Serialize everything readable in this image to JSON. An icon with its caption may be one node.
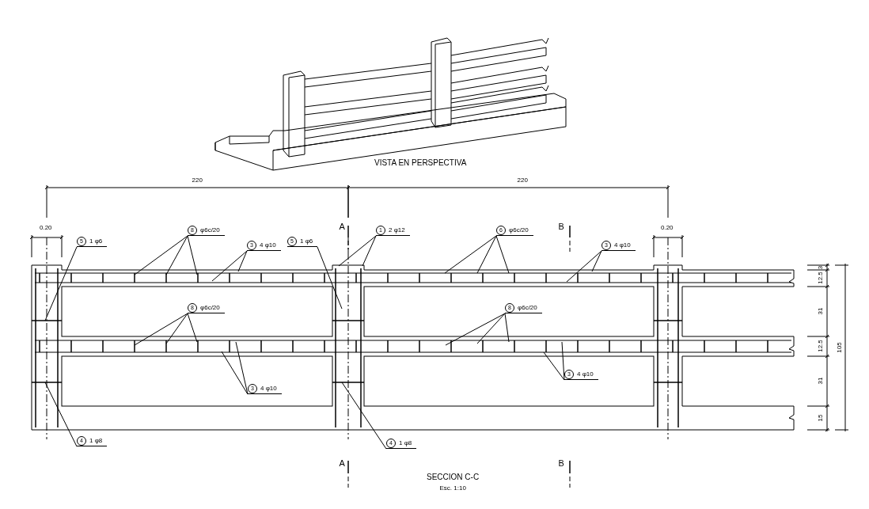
{
  "diagram": {
    "nodes": [
      {
        "text": [
          "5",
          "1 φ6"
        ]
      },
      {
        "text": [
          "8",
          "φ6c/20"
        ]
      },
      {
        "text": [
          "3",
          "4 φ10"
        ]
      },
      {
        "text": [
          "5",
          "1 φ6"
        ]
      },
      {
        "text": [
          "1",
          "2 φ12"
        ]
      },
      {
        "text": [
          "6",
          "φ6c/20"
        ]
      },
      {
        "text": [
          "3",
          "4 φ10"
        ]
      },
      {
        "text": [
          "8",
          "φ6c/20"
        ]
      },
      {
        "text": [
          "8",
          "φ6c/20"
        ]
      },
      {
        "text": [
          "3",
          "4 φ10"
        ]
      },
      {
        "text": [
          "3",
          "4 φ10"
        ]
      },
      {
        "text": [
          "4",
          "1 φ8"
        ]
      },
      {
        "text": [
          "4",
          "1 φ8"
        ]
      }
    ],
    "edges": [
      {
        "from": 0,
        "to": null,
        "arrow": "none"
      },
      {
        "from": 1,
        "to": null,
        "arrow": "none"
      },
      {
        "from": 1,
        "to": null,
        "arrow": "none"
      },
      {
        "from": 1,
        "to": null,
        "arrow": "none"
      },
      {
        "from": 2,
        "to": null,
        "arrow": "none"
      },
      {
        "from": 2,
        "to": null,
        "arrow": "none"
      },
      {
        "from": 3,
        "to": null,
        "arrow": "none"
      },
      {
        "from": 4,
        "to": null,
        "arrow": "none"
      },
      {
        "from": 4,
        "to": null,
        "arrow": "none"
      },
      {
        "from": 5,
        "to": null,
        "arrow": "none"
      },
      {
        "from": 5,
        "to": null,
        "arrow": "none"
      },
      {
        "from": 5,
        "to": null,
        "arrow": "none"
      },
      {
        "from": 6,
        "to": null,
        "arrow": "none"
      },
      {
        "from": 6,
        "to": null,
        "arrow": "none"
      },
      {
        "from": 7,
        "to": null,
        "arrow": "none"
      },
      {
        "from": 7,
        "to": null,
        "arrow": "none"
      },
      {
        "from": 7,
        "to": null,
        "arrow": "none"
      },
      {
        "from": 8,
        "to": null,
        "arrow": "none"
      },
      {
        "from": 8,
        "to": null,
        "arrow": "none"
      },
      {
        "from": 8,
        "to": null,
        "arrow": "none"
      },
      {
        "from": 9,
        "to": null,
        "arrow": "none"
      },
      {
        "from": 9,
        "to": null,
        "arrow": "none"
      },
      {
        "from": 10,
        "to": null,
        "arrow": "none"
      },
      {
        "from": 10,
        "to": null,
        "arrow": "none"
      },
      {
        "from": 11,
        "to": null,
        "arrow": "none"
      },
      {
        "from": 12,
        "to": null,
        "arrow": "none"
      }
    ],
    "labels": [
      "VISTA EN PERSPECTIVA",
      "220",
      "220",
      "0.20",
      "A",
      "B",
      "0.20",
      "3",
      "12.5",
      "31",
      "12.5",
      "31",
      "15",
      "105",
      "A",
      "B",
      "SECCION C-C",
      "Esc. 1:10"
    ]
  }
}
